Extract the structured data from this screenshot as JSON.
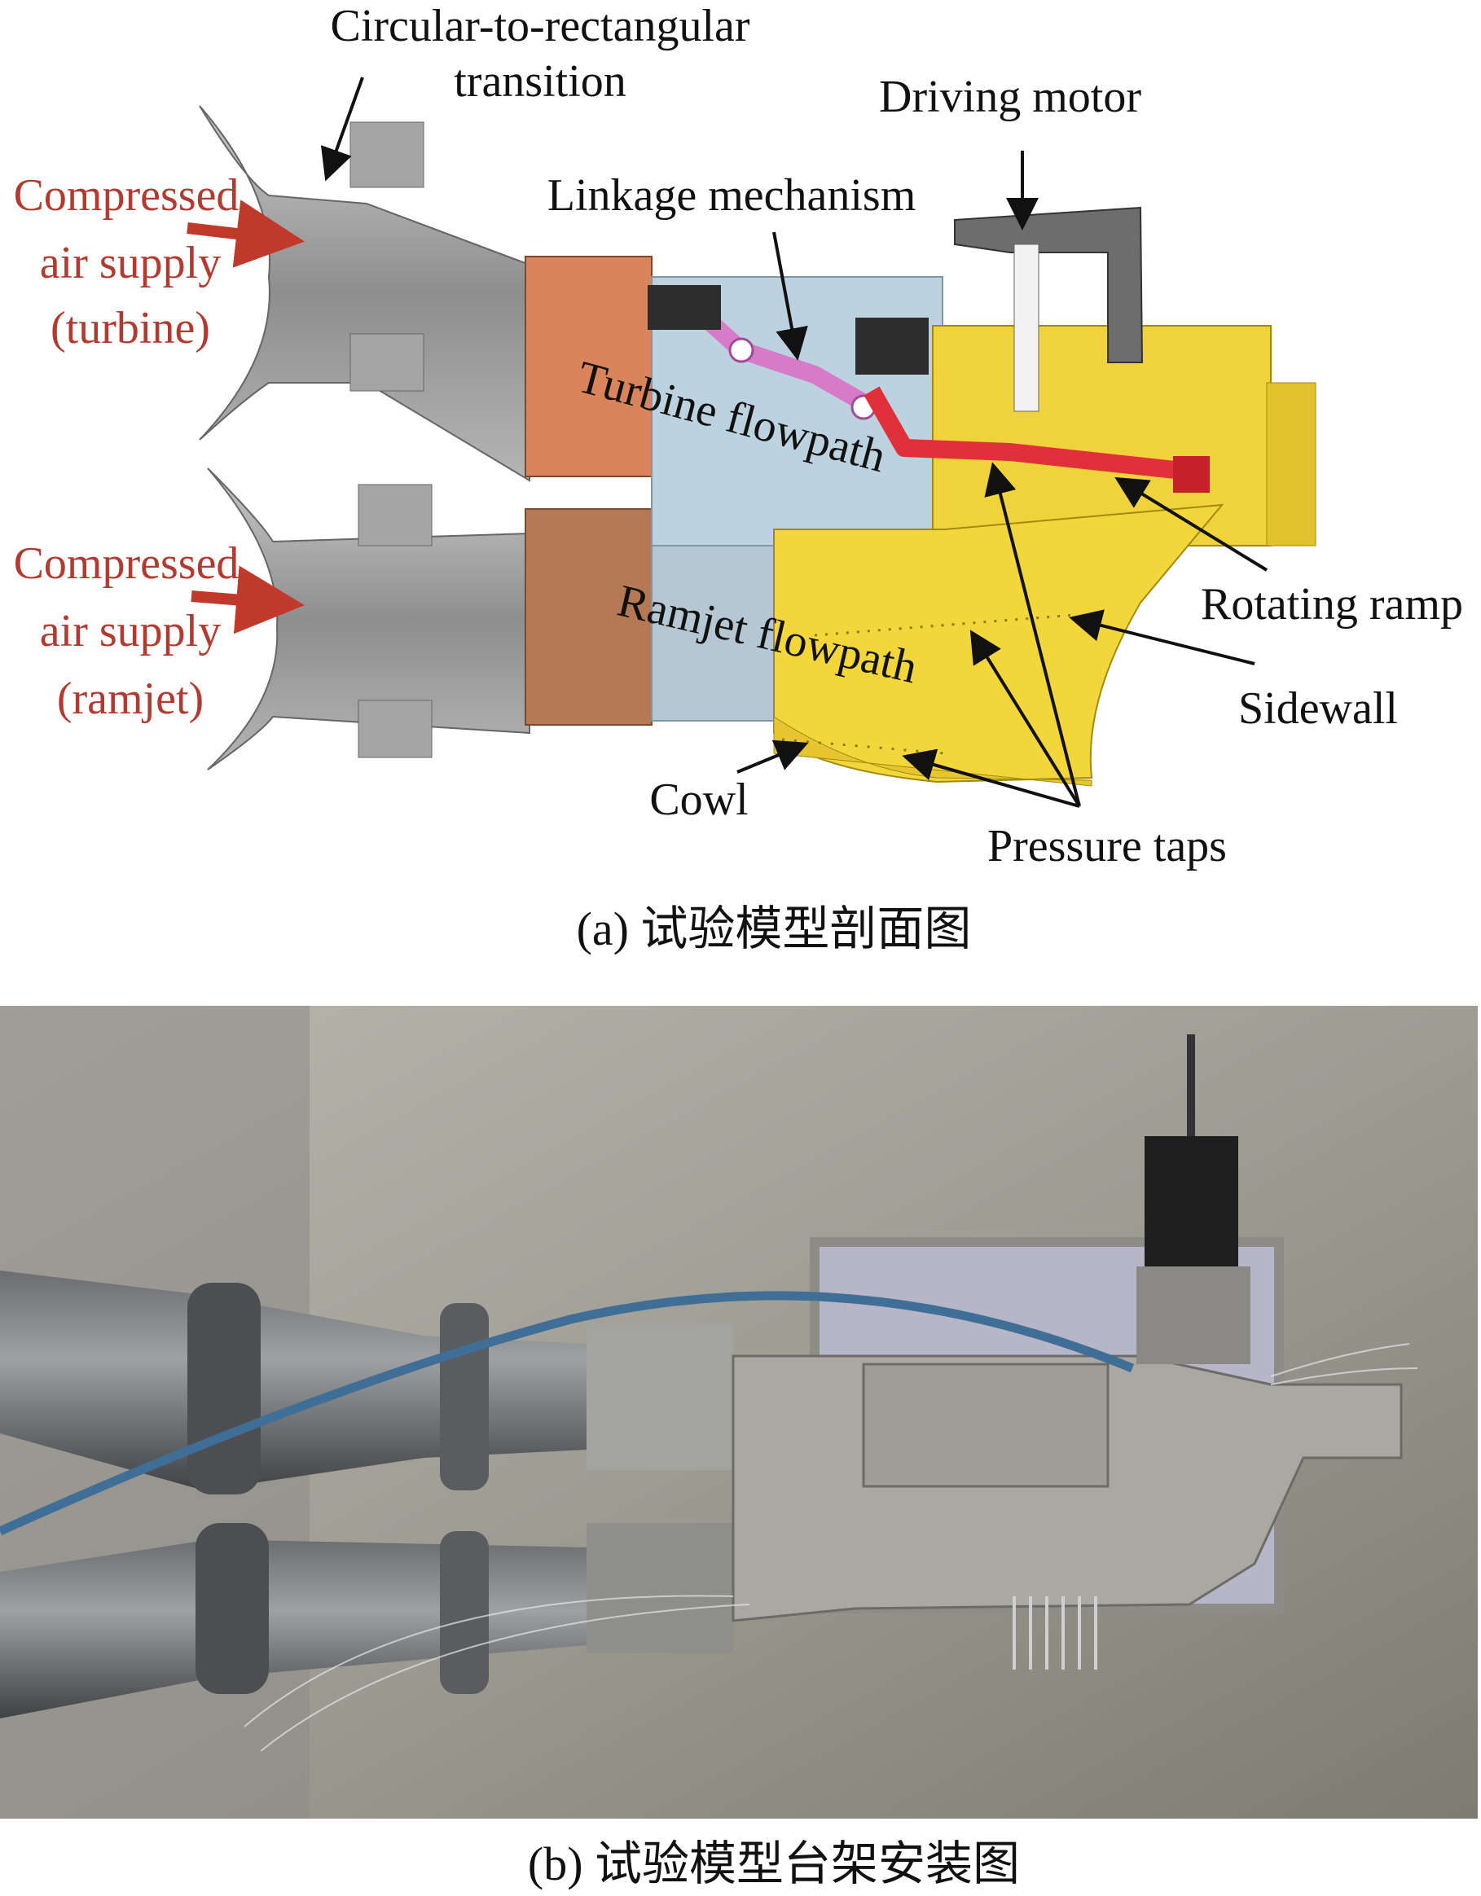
{
  "panel_a": {
    "labels": {
      "transition_line1": "Circular-to-rectangular",
      "transition_line2": "transition",
      "driving_motor": "Driving motor",
      "linkage": "Linkage mechanism",
      "air_turbine_1": "Compressed",
      "air_turbine_2": "air supply",
      "air_turbine_3": "(turbine)",
      "air_ramjet_1": "Compressed",
      "air_ramjet_2": "air supply",
      "air_ramjet_3": "(ramjet)",
      "turbine_flowpath": "Turbine flowpath",
      "ramjet_flowpath": "Ramjet flowpath",
      "rotating_ramp": "Rotating ramp",
      "sidewall": "Sidewall",
      "cowl": "Cowl",
      "pressure_taps": "Pressure taps"
    },
    "caption": "(a) 试验模型剖面图"
  },
  "panel_b": {
    "caption": "(b) 试验模型台架安装图"
  },
  "colors": {
    "label_red": "#b23a30",
    "duct_gray": "#9a9a9a",
    "flange_orange": "#d9845a",
    "flowpath_blue": "#bcd3df",
    "sidewall_yellow": "#f2d63a",
    "linkage_pink": "#d77ac8",
    "ramp_red": "#e0303a"
  }
}
